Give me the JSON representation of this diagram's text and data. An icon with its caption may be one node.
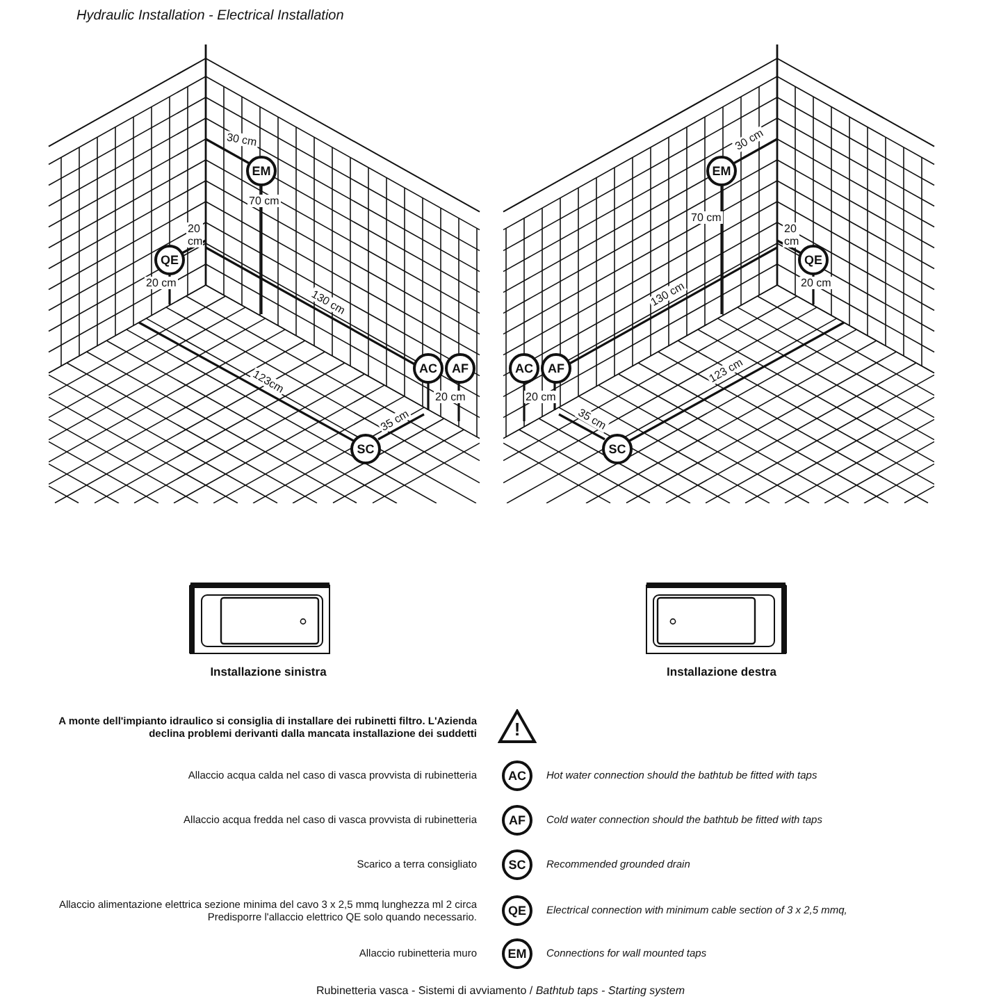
{
  "diagram": {
    "title": "Hydraulic Installation - Electrical Installation",
    "caption": "Rubinetteria vasca - Sistemi di avviamento / *Bathtub taps - Starting system*",
    "nodes": [
      {
        "text": [
          "EM"
        ]
      },
      {
        "text": [
          "QE"
        ]
      },
      {
        "text": [
          "AC"
        ]
      },
      {
        "text": [
          "AF"
        ]
      },
      {
        "text": [
          "SC"
        ]
      },
      {
        "text": [
          "EM"
        ]
      },
      {
        "text": [
          "QE"
        ]
      },
      {
        "text": [
          "AC"
        ]
      },
      {
        "text": [
          "AF"
        ]
      },
      {
        "text": [
          "SC"
        ]
      },
      {
        "text": [
          "!"
        ],
        "beside": [
          "A monte dell'impianto idraulico si consiglia di installare dei rubinetti filtro. L'Azienda declina problemi derivanti dalla mancata installazione dei suddetti"
        ]
      },
      {
        "text": [
          "AC"
        ],
        "beside": [
          "Allaccio acqua calda nel caso di vasca provvista di rubinetteria",
          "Hot water connection should the bathtub be fitted with taps"
        ]
      },
      {
        "text": [
          "AF"
        ],
        "beside": [
          "Allaccio acqua fredda nel caso di vasca provvista di rubinetteria",
          "Cold water connection should the bathtub be fitted with taps"
        ]
      },
      {
        "text": [
          "SC"
        ],
        "beside": [
          "Scarico a terra consigliato",
          "Recommended grounded drain"
        ]
      },
      {
        "text": [
          "QE"
        ],
        "beside": [
          "Allaccio alimentazione elettrica sezione minima del cavo 3 x 2,5 mmq lunghezza ml 2 circa Predisporre l'allaccio elettrico QE solo quando necessario.",
          "Electrical connection with minimum cable section of 3 x 2,5 mmq,"
        ]
      },
      {
        "text": [
          "EM"
        ],
        "beside": [
          "Allaccio rubinetteria muro",
          "Connections for wall mounted taps"
        ]
      }
    ],
    "labels": [
      "30 cm",
      "70 cm",
      "20 cm",
      "20 cm",
      "130 cm",
      "123cm",
      "20 cm",
      "35 cm",
      "30 cm",
      "70 cm",
      "20 cm",
      "20 cm",
      "130 cm",
      "123 cm",
      "20 cm",
      "35 cm",
      "Installazione sinistra",
      "Installazione destra"
    ]
  }
}
